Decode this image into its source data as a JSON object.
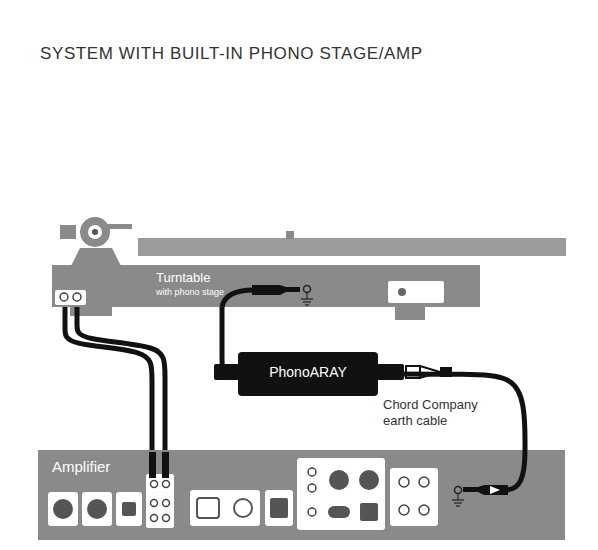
{
  "diagram": {
    "title": "SYSTEM WITH BUILT-IN PHONO STAGE/AMP",
    "nodes": [
      {
        "text": [
          "Turntable",
          "with phono stage"
        ]
      },
      {
        "text": [
          "PhonoARAY"
        ]
      },
      {
        "text": [
          "Amplifier"
        ]
      }
    ],
    "edges": [
      {
        "from": 0,
        "to": 2,
        "arrow": "none"
      },
      {
        "from": 0,
        "to": 1,
        "arrow": "none"
      },
      {
        "from": 1,
        "to": 2,
        "arrow": "none"
      }
    ],
    "labels": [
      "Chord Company earth cable"
    ]
  }
}
